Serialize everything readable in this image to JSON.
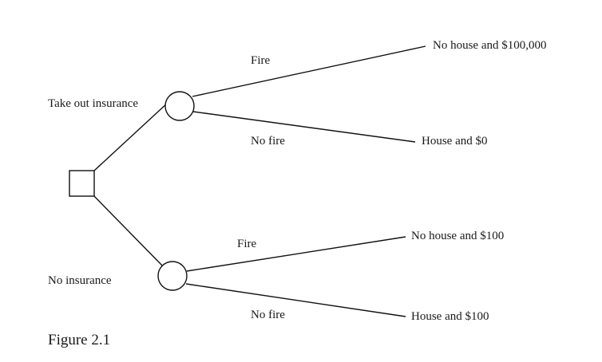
{
  "diagram": {
    "decision_labels": {
      "insurance": "Take out insurance",
      "no_insurance": "No insurance"
    },
    "branch_labels": {
      "insured_fire": "Fire",
      "insured_no_fire": "No fire",
      "uninsured_fire": "Fire",
      "uninsured_no_fire": "No fire"
    },
    "outcomes": {
      "insured_fire": "No house and $100,000",
      "insured_no_fire": "House and $0",
      "uninsured_fire": "No house and $100",
      "uninsured_no_fire": "House and $100"
    },
    "caption": "Figure 2.1"
  }
}
